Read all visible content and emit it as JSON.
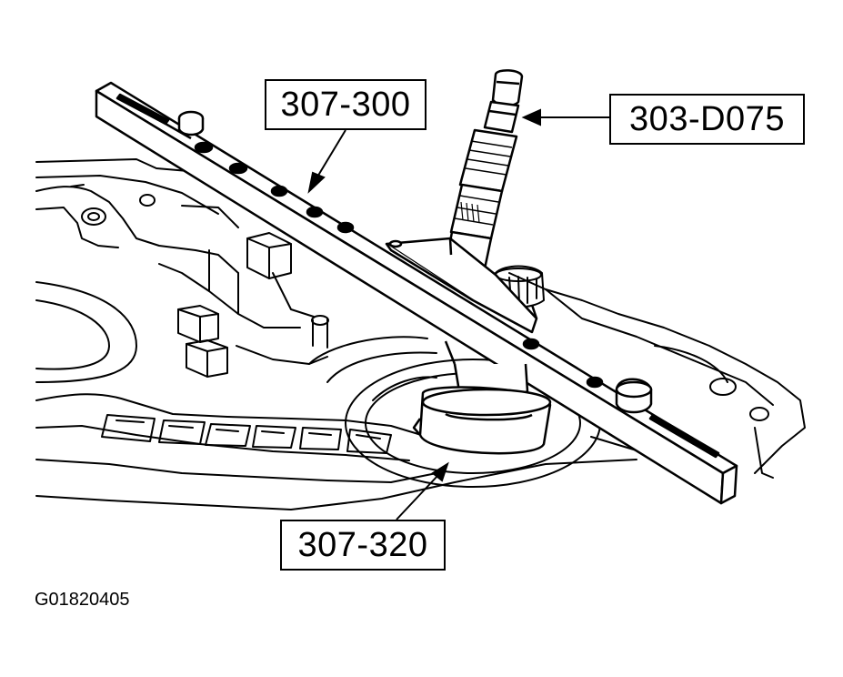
{
  "callouts": {
    "tool_307_300": "307-300",
    "tool_303_d075": "303-D075",
    "tool_307_320": "307-320"
  },
  "figure_id": "G01820405",
  "colors": {
    "line": "#000000",
    "background": "#ffffff"
  }
}
